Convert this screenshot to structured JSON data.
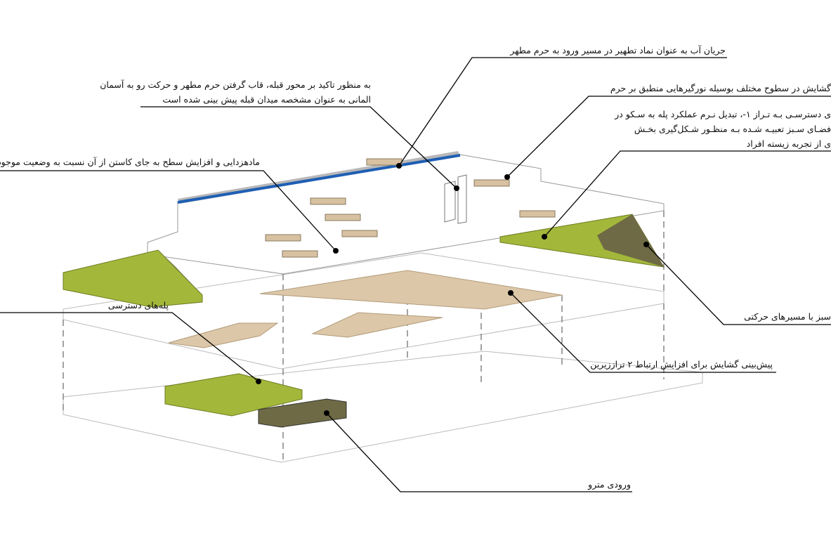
{
  "title": "Exploded axonometric concept diagram",
  "colors": {
    "green": "#a3b83a",
    "dark_olive": "#6e6a45",
    "tan": "#dcc7a8",
    "water_blue": "#1f5fb4",
    "roof_grey": "#b8b8b8"
  },
  "annotations": {
    "water_flow": "جریان آب به عنوان نماد تطهیر در مسیر ورود به حرم مطهر",
    "qibla_axis": [
      "به منظور تاکید بر محور قبله، قاب گرفتن حرم مطهر و حرکت رو به آسمان",
      "المانی به عنوان مشخصه میدان قبله پیش بینی شده است"
    ],
    "skylights": "گشایش در سطوح مختلف بوسیله نورگیرهایی منطبق بر حرم",
    "access_steps_green": [
      "ی دسترسـی بـه تـراز ۱-،  تبدیل نـرم عملکرد پله به سـکو در",
      "فضـای سـبز تعبیـه شـده بـه منظـور شـکل‌گیری بخـش",
      "ی از تجربه زیسته افراد"
    ],
    "dematerialize": "مادهزدایی و افزایش سطح به جای کاستن از آن نسبت به وضعیت موجود",
    "access_stairs": "پله‌های دسترسی",
    "green_paths": "سبز با مسیرهای حرکتی",
    "opening_levels": "پیش‌بینی گشایش برای افزایش ارتباط ۲ تراززیرین",
    "metro_entrance": "ورودی مترو"
  }
}
